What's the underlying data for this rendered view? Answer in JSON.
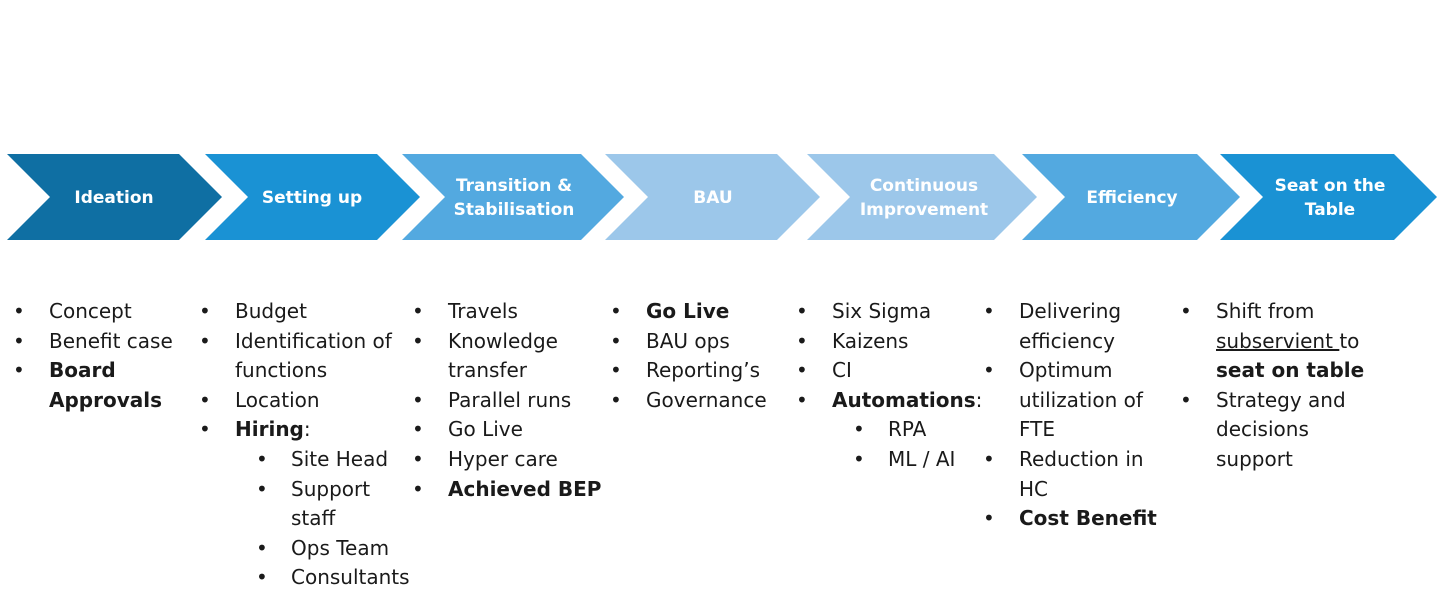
{
  "colors": {
    "dark_blue": "#0f6fa3",
    "mid_blue": "#1a92d4",
    "light_blue": "#53a9e0",
    "pale_blue": "#9cc7ea",
    "text": "#1a1a1a",
    "label": "#ffffff"
  },
  "stages": [
    {
      "lines": [
        "Ideation"
      ],
      "color": "#0f6fa3"
    },
    {
      "lines": [
        "Setting up"
      ],
      "color": "#1a92d4"
    },
    {
      "lines": [
        "Transition &",
        "Stabilisation"
      ],
      "color": "#53a9e0"
    },
    {
      "lines": [
        "BAU"
      ],
      "color": "#9cc7ea"
    },
    {
      "lines": [
        "Continuous",
        "Improvement"
      ],
      "color": "#9cc7ea"
    },
    {
      "lines": [
        "Efficiency"
      ],
      "color": "#53a9e0"
    },
    {
      "lines": [
        "Seat on the",
        "Table"
      ],
      "color": "#1a92d4"
    }
  ],
  "columns": {
    "ideation": {
      "concept": "Concept",
      "benefit_case": "Benefit case",
      "board": "Board",
      "approvals": "Approvals"
    },
    "setting_up": {
      "budget": "Budget",
      "identification_1": "Identification of",
      "identification_2": "functions",
      "location": "Location",
      "hiring": "Hiring",
      "hiring_colon": ":",
      "site_head": "Site Head",
      "support_1": "Support",
      "support_2": "staff",
      "ops_team": "Ops Team",
      "consultants": "Consultants"
    },
    "transition": {
      "travels": "Travels",
      "knowledge_1": "Knowledge",
      "knowledge_2": "transfer",
      "parallel": "Parallel runs",
      "go_live": "Go Live",
      "hyper_care": "Hyper care",
      "bep": "Achieved BEP"
    },
    "bau": {
      "go_live": "Go Live",
      "bau_ops": "BAU ops",
      "reporting": "Reporting’s",
      "governance": "Governance"
    },
    "ci": {
      "six_sigma": "Six Sigma",
      "kaizens": "Kaizens",
      "ci": "CI",
      "automations": "Automations",
      "automations_colon": ":",
      "rpa": "RPA",
      "ml_ai": "ML / AI"
    },
    "efficiency": {
      "delivering_1": "Delivering",
      "delivering_2": "efficiency",
      "optimum_1": "Optimum",
      "optimum_2": "utilization of",
      "optimum_3": "FTE",
      "reduction_1": "Reduction in",
      "reduction_2": "HC",
      "cost_benefit": "Cost Benefit"
    },
    "seat": {
      "shift_1": "Shift from",
      "shift_2a": "subservient ",
      "shift_2b": "to",
      "shift_3": "seat on table",
      "strategy_1": "Strategy and",
      "strategy_2": "decisions",
      "strategy_3": "support"
    }
  }
}
